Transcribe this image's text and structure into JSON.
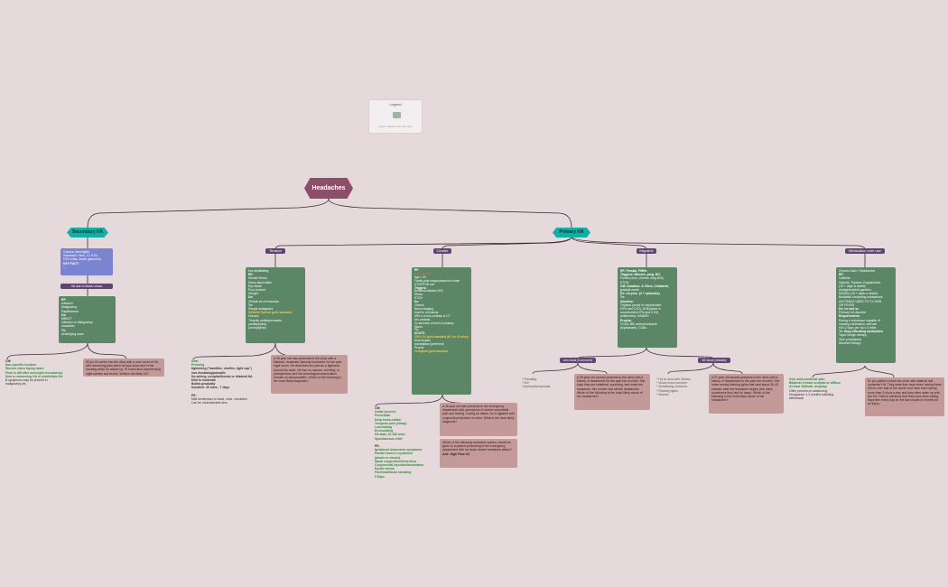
{
  "legend": {
    "title": "Legend",
    "sub": "Insert markers into the topic"
  },
  "root": "Headaches",
  "secondary": {
    "label": "Secondary HA",
    "causes": [
      "Causes: Meningitis,",
      "Subarach. Hem., IC HTN,",
      "HTN crisis, Acute glaucoma",
      "KEY FACT:",
      "..."
    ],
    "tag": "HA due to Mass Lesion",
    "rf": [
      "RF:",
      "Infection",
      "Malignancy",
      "Papilledema",
      "Dx:",
      "MRI/CT",
      "Infection or Malignancy",
      "causation",
      "Tx:",
      "Underlying issue"
    ],
    "cm": [
      "CM:",
      "Non-specific location",
      "Worsen when laying down",
      "Peak in AM after overnight recumbency",
      "New or worsening HA in middle/late life",
      "B symptoms may be present in",
      "malignancy pts"
    ],
    "case": "55 y/o M comes into the clinic with a new onset of HA with worsening pain when he lays down and in the morning when he wakes up. Pt notes also experiencing night sweats and fevers. What is the likely Dx?"
  },
  "primary": {
    "label": "Primary HA",
    "tension": {
      "tag": "Tension",
      "box": [
        "Not debilitating",
        "RF:",
        "Mental Stress",
        "Sleep deprivation",
        "Eye strain",
        "Poor posture",
        "Hunger",
        "Dx:",
        "Clinical dx of exclusion",
        "Tx:",
        "Simple analgesics",
        "NSAIDs/Tylenol gold standard",
        "Chronic",
        "Tricyclic antidepressants",
        "(amitriptyline)",
        "(nortriptyline)"
      ],
      "cm": [
        "Dilat",
        "Pressing",
        "tightening (\"bandlike, viselike, tight cap\")",
        "non-throbbing/pulsatile",
        "No aching, occipital/frontal or bilateral HA",
        "Mild to moderate",
        "Builds gradually",
        "Duration: 30 mins - 7 days",
        "",
        "PE:",
        "Mild tenderness to head, neck, shoulders",
        "Can be unremarkable also"
      ],
      "case": "A 26 year old man presents to the clinic with a bilateral, moderate intensity headache for the past eight hours. He describes the pain as a tightness around his head. He has no nausea, vomiting, or photophobia, and his neurological examination reveals no abnormalities. Which of the following is the most likely diagnosis?"
    },
    "cluster": {
      "tag": "Cluster",
      "box": [
        "RF:",
        "Male/Smoker",
        "Age > 20",
        "Family past surgery/trauma to brain",
        "ETOH/TOB use",
        "Triggers:",
        "Nocturnal attacks 50%",
        "Stress",
        "ETOH",
        "Dx:",
        "Clinical",
        "Neuro imaging",
        "Used to r/o lesions",
        "MRI w or w/o contrast or CT",
        "w/o contrast",
        "r/o abnorms of brain & pituitary",
        "Gland",
        "Tx:",
        "ACUTE:",
        "100% O2 gold standard (6L for 15 mins)",
        "And/ triptans",
        "sumatriptan (preferred)",
        "Prophy",
        "Verapamil gold standard"
      ],
      "cm": [
        "CM:",
        "Unilat (severe)",
        "Periorbital",
        "Deep trans-orbital",
        "Temporal pain (sharp)",
        "Lancinating",
        "Excruciating",
        "HA lasts 15-180 mins",
        "Spontaneous relief",
        "",
        "PE:",
        "Ipsilateral Autonomic symptoms",
        "Partial Horner's syndrome",
        "(ptosis or miosis)",
        "Nasal congestion/rhinorrhea",
        "Conjunctival injection/lacrimation",
        "Eyelid edema",
        "Forehead/facial sweating",
        "5 Days"
      ],
      "case1": "A 45 year old man presents to the emergency department with paroxysms of severe suprorbital pain and tearing. During an attack, he is agitated and conjunctival injection is noted. What is the most likely diagnosis?",
      "case2": "Which of the following treatment options should be given to a patient presenting to the emergency department with an acute cluster headache attack?",
      "ans": "Ans: High Flow O2"
    },
    "migraine": {
      "tag": "Migraine",
      "box": [
        "RF: Female, FMHx",
        "Triggers: Menses, preg, BC,",
        "Foods (choc, cheese, msg N/N),",
        "ETOH",
        "CM: Duration: 4-72hrs, Unilateral,",
        "gradual onset",
        "Dx: r/o proc. (3 + episodes)",
        "Tx:",
        "Abortive:",
        "Triptans (avoid in uncontrolled",
        "HTN and CVD), DHE(avoid in",
        "uncontrolled HTN and CVD)",
        "antiemetics, NSAIDS",
        "Prophy:",
        "TCA's, BB, anticonvulsants",
        "(topiramate), CCBs"
      ],
      "woaura": {
        "tag": "w/o Aura (Common)",
        "notes": [
          "* Pulsating",
          "* N/V",
          "* photo/phonophobia"
        ],
        "case": "A 26 year old woman presents to the clinic with a history of headaches for the past two months. She says they are unilateral, pounding, and make her nauseous. Her mother had similar headaches. Which of the following is the most likely cause of her headaches?"
      },
      "waura": {
        "tag": "W/ Aura (classic)",
        "notes": [
          "* HA w/ aura w/in 30mins",
          "* Visual most common",
          "* Scintillating Scotoma",
          "* Flashing lights",
          "* Sounds"
        ],
        "case": "A 27 year old woman presents to the clinic with a history of headaches for the past two months. She notes seeing flashing lights that start about 30-40 minutes after the headache begins (the noise sometimes they last for days). Which of the following is the most likely cause of her headaches?"
      }
    },
    "medication": {
      "tag": "Medication over use",
      "box": [
        "Chronic DAILY Headaches",
        "RF:",
        "Caffeine",
        "Opioids, Triptans, Ergotamines",
        "(10 + days a month)",
        "Analgesics/anti-pyretics,",
        "NSAIDs (15 + days a month)",
        "Butalbital containing substances",
        "ANYTHING USED TO TX PAIN",
        "OR FEVER",
        "Dx: hx and sx",
        "Primary HA disorder",
        "Requirements:",
        "During a substance capable of",
        "causing medication overuse",
        "HA>2 days per wk x 3 mths",
        "Tx: Stop offending medication",
        "Taper bridge therapy",
        "Give prophylaxis",
        "Abortive therapy"
      ],
      "cm": [
        "Dull, mild-moderate pain",
        "Bilateral, frontal occipital or diffuse",
        "At least 15d/mth, d/sq/day",
        "Often present on awakening",
        "Disappears 1-3 months following",
        "withdrawal"
      ],
      "case": "51 y/o patient comes into clinic with bilateral dull moderate HA. They state they have been having these HA for over half of the month and have been taking more than 4 hours a day and they often wake up with the HA. Patient mentions that they have been taking ibuprofen every day for the last couple of months for an injury."
    }
  }
}
